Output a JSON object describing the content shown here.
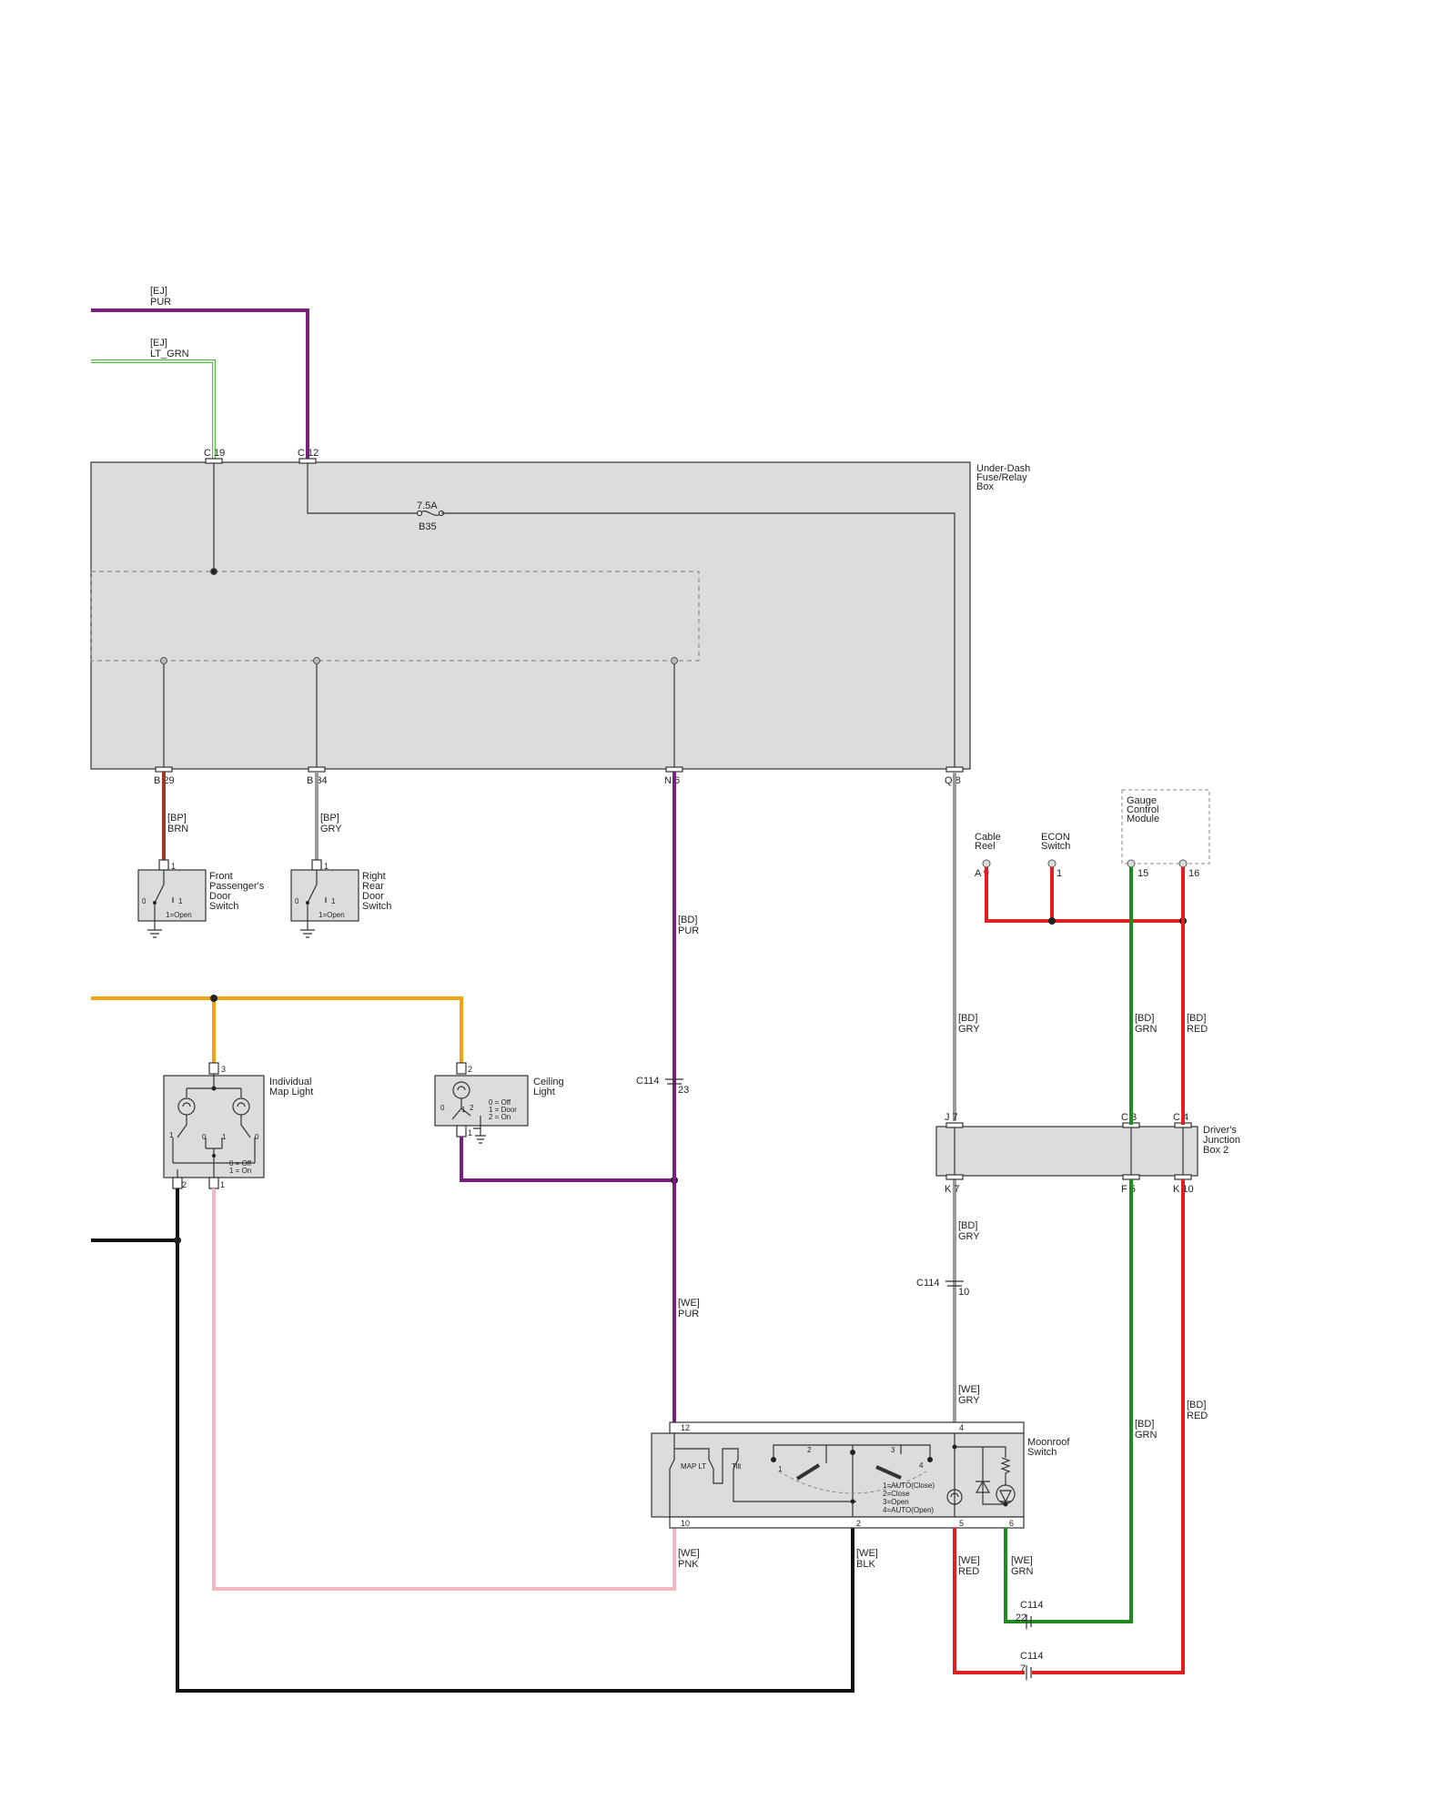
{
  "colors": {
    "PUR": "#7b1f7e",
    "LT_GRN": "#56b64a",
    "BRN": "#9c3a2a",
    "GRY": "#9a9a9a",
    "ORG": "#f2a30f",
    "BLK": "#111111",
    "PNK": "#f4b6c2",
    "GRN": "#1f8a1f",
    "RED": "#e0201e"
  },
  "wires": {
    "ej_pur": {
      "harness": "[EJ]",
      "color": "PUR"
    },
    "ej_ltgrn": {
      "harness": "[EJ]",
      "color": "LT_GRN"
    },
    "bp_brn": {
      "harness": "[BP]",
      "color": "BRN"
    },
    "bp_gry": {
      "harness": "[BP]",
      "color": "GRY"
    },
    "bd_pur": {
      "harness": "[BD]",
      "color": "PUR"
    },
    "we_pur": {
      "harness": "[WE]",
      "color": "PUR"
    },
    "bd_gry1": {
      "harness": "[BD]",
      "color": "GRY"
    },
    "bd_gry2": {
      "harness": "[BD]",
      "color": "GRY"
    },
    "we_gry": {
      "harness": "[WE]",
      "color": "GRY"
    },
    "bd_grn1": {
      "harness": "[BD]",
      "color": "GRN"
    },
    "bd_grn2": {
      "harness": "[BD]",
      "color": "GRN"
    },
    "bd_red1": {
      "harness": "[BD]",
      "color": "RED"
    },
    "bd_red2": {
      "harness": "[BD]",
      "color": "RED"
    },
    "we_pnk": {
      "harness": "[WE]",
      "color": "PNK"
    },
    "we_blk": {
      "harness": "[WE]",
      "color": "BLK"
    },
    "we_red": {
      "harness": "[WE]",
      "color": "RED"
    },
    "we_grn": {
      "harness": "[WE]",
      "color": "GRN"
    }
  },
  "components": {
    "fuse_box": {
      "name": [
        "Under-Dash",
        "Fuse/Relay",
        "Box"
      ]
    },
    "fuse": {
      "rating": "7.5A",
      "id": "B35"
    },
    "front_pass_door": {
      "name": [
        "Front",
        "Passenger's",
        "Door",
        "Switch"
      ],
      "states": "1=Open"
    },
    "right_rear_door": {
      "name": [
        "Right",
        "Rear",
        "Door",
        "Switch"
      ],
      "states": "1=Open"
    },
    "map_light": {
      "name": [
        "Individual",
        "Map Light"
      ],
      "states": [
        "0 = Off",
        "1 = On"
      ]
    },
    "ceiling_light": {
      "name": [
        "Ceiling",
        "Light"
      ],
      "states": [
        "0 = Off",
        "1 = Door",
        "2 = On"
      ]
    },
    "djb2": {
      "name": [
        "Driver's",
        "Junction",
        "Box 2"
      ]
    },
    "moonroof": {
      "name": [
        "Moonroof",
        "Switch"
      ],
      "labels": {
        "map_lt": "MAP LT",
        "tilt": "Tilt"
      },
      "states": [
        "1=AUTO(Close)",
        "2=Close",
        "3=Open",
        "4=AUTO(Open)"
      ]
    },
    "gauge": {
      "name": [
        "Gauge",
        "Control",
        "Module"
      ]
    },
    "cable_reel": {
      "name": [
        "Cable",
        "Reel"
      ]
    },
    "econ": {
      "name": [
        "ECON",
        "Switch"
      ]
    }
  },
  "connectors": {
    "c19": "C 19",
    "c12": "C 12",
    "b29": "B 29",
    "b34": "B 34",
    "n6": "N 6",
    "q8": "Q 8",
    "j7": "J 7",
    "c3": "C 3",
    "c4": "C 4",
    "k7": "K 7",
    "f5": "F 5",
    "k10": "K 10",
    "c114": "C114",
    "a9": "A 9"
  },
  "pins": {
    "p1": "1",
    "p2": "2",
    "p3": "3",
    "p4": "4",
    "p5": "5",
    "p6": "6",
    "p10": "10",
    "p12": "12",
    "p15": "15",
    "p16": "16",
    "p22": "22",
    "p23": "23",
    "p7": "7",
    "p0": "0"
  }
}
